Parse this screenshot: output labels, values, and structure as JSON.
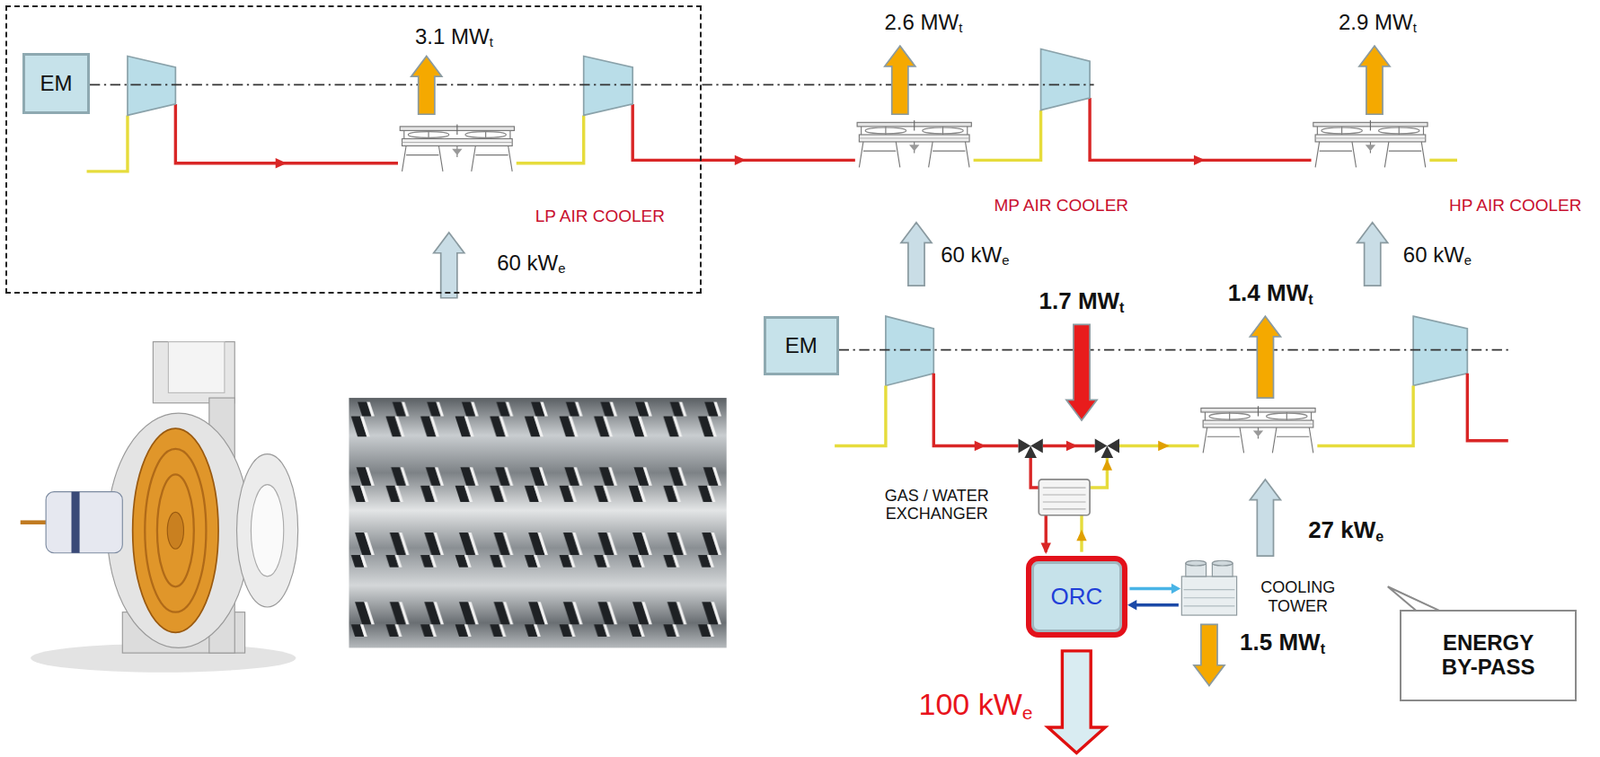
{
  "diagram": {
    "nodes": [
      {
        "text": [
          "3.1 MWt",
          "LP AIR COOLER",
          "60 kWe"
        ]
      },
      {
        "text": [
          "EM"
        ],
        "in": 0
      },
      {
        "text": [
          "EM"
        ]
      },
      {
        "text": [
          "ORC"
        ]
      },
      {
        "text": [
          "ENERGY BY-PASS"
        ]
      }
    ],
    "labels": [
      "2.6 MWt",
      "2.9 MWt",
      "MP AIR COOLER",
      "HP AIR COOLER",
      "60 kWe",
      "60 kWe",
      "1.7 MWt",
      "1.4 MWt",
      "GAS / WATER EXCHANGER",
      "27 kWe",
      "COOLING TOWER",
      "1.5 MWt",
      "100 kWe"
    ]
  }
}
